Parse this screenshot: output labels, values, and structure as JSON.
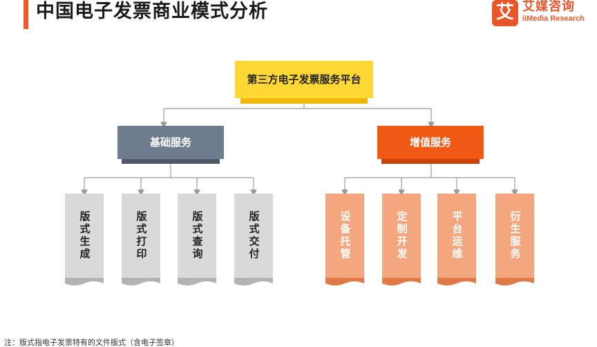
{
  "header": {
    "title": "中国电子发票商业模式分析"
  },
  "logo": {
    "mark": "艾",
    "name_cn": "艾媒咨询",
    "name_en": "iiMedia Research",
    "color": "#e8562a"
  },
  "diagram": {
    "root": "第三方电子发票服务平台",
    "branches": [
      {
        "label": "基础服务",
        "color": "#6f7c8e",
        "leaves": [
          "版式生成",
          "版式打印",
          "版式查询",
          "版式交付"
        ]
      },
      {
        "label": "增值服务",
        "color": "#f05a14",
        "leaves": [
          "设备托管",
          "定制开发",
          "平台运维",
          "衍生服务"
        ]
      }
    ]
  },
  "footnote": "注：版式指电子发票特有的文件版式（含电子签章）"
}
